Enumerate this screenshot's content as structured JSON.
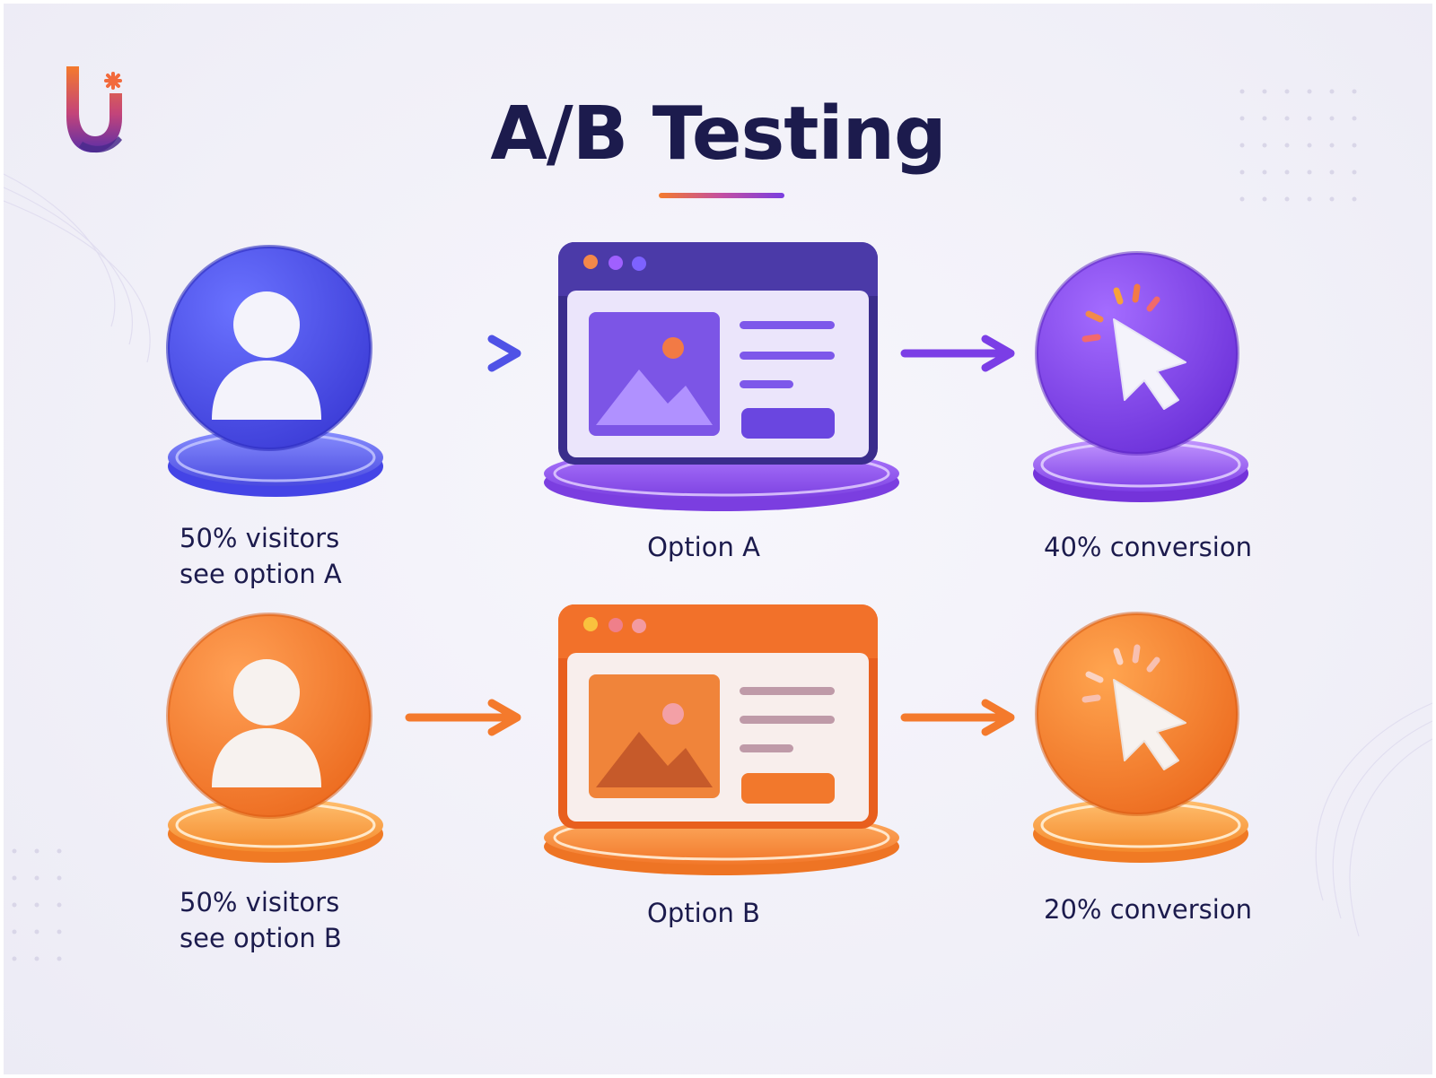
{
  "title": "A/B Testing",
  "colors": {
    "title": "#1c1b4d",
    "variant_a_primary": "#5b4fe8",
    "variant_a_accent": "#8a3ff0",
    "variant_b_primary": "#f47a2c",
    "variant_b_accent": "#f9a04a"
  },
  "logo": {
    "icon": "brand-logo-icon"
  },
  "variant_a": {
    "visitors_line1": "50% visitors",
    "visitors_line2": "see option A",
    "option_label": "Option A",
    "conversion_label": "40% conversion",
    "icons": {
      "visitor": "user-icon",
      "page": "browser-window-icon",
      "click": "cursor-click-icon",
      "arrow": "arrow-right-icon"
    }
  },
  "variant_b": {
    "visitors_line1": "50% visitors",
    "visitors_line2": "see option B",
    "option_label": "Option B",
    "conversion_label": "20% conversion",
    "icons": {
      "visitor": "user-icon",
      "page": "browser-window-icon",
      "click": "cursor-click-icon",
      "arrow": "arrow-right-icon"
    }
  }
}
